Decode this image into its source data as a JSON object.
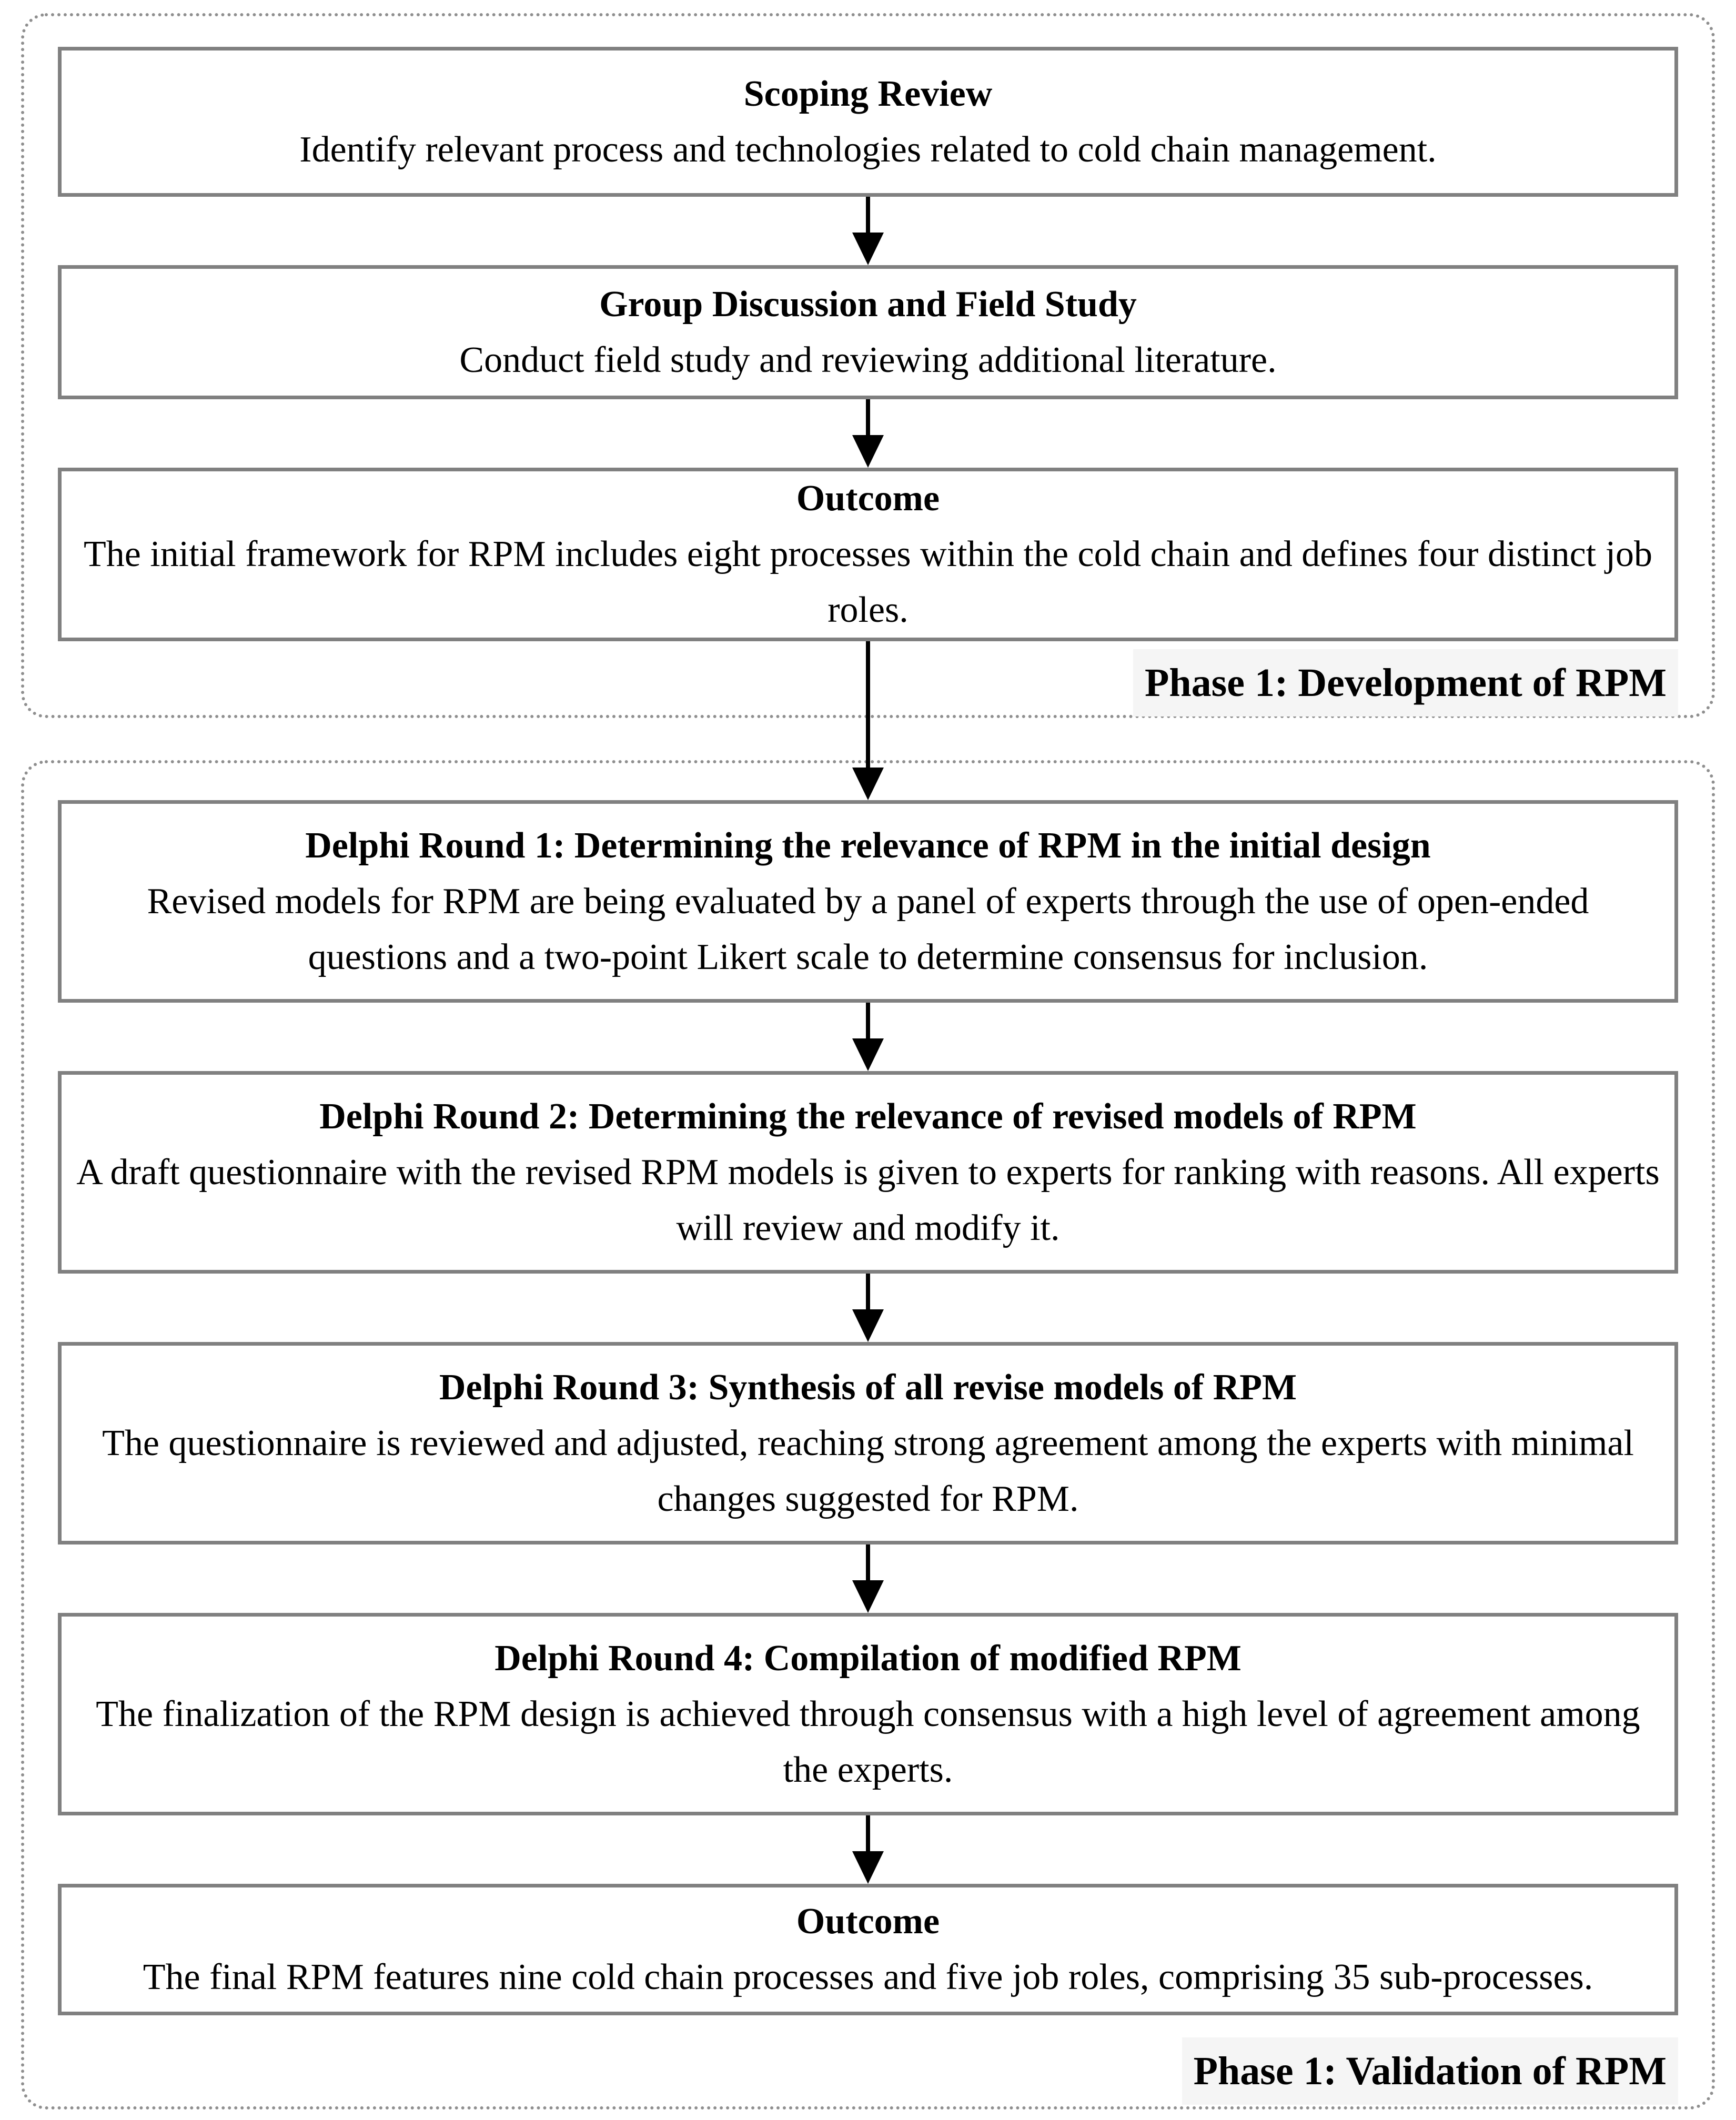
{
  "colors": {
    "box_border": "#808080",
    "container_border": "#8f8f8f",
    "arrow": "#000000",
    "text": "#000000",
    "phase_label_background": "#f5f5f5",
    "page_background": "#ffffff"
  },
  "phases": [
    {
      "label": "Phase 1: Development of RPM",
      "boxes": [
        {
          "title": "Scoping Review",
          "body": "Identify relevant process and technologies related to cold chain management."
        },
        {
          "title": "Group Discussion and Field Study",
          "body": "Conduct field study and reviewing additional literature."
        },
        {
          "title": "Outcome",
          "body": "The initial framework for RPM includes eight processes within the cold chain and defines four distinct job roles."
        }
      ]
    },
    {
      "label": "Phase 1: Validation of RPM",
      "boxes": [
        {
          "title": "Delphi Round 1: Determining the relevance of RPM in the initial design",
          "body": "Revised models for RPM are being evaluated by a panel of experts through the use of open-ended questions and a two-point Likert scale to determine consensus for inclusion."
        },
        {
          "title": "Delphi Round 2: Determining the relevance of revised models of RPM",
          "body": "A draft questionnaire with the revised RPM models is given to experts for ranking with reasons. All experts will review and modify it."
        },
        {
          "title": "Delphi Round 3: Synthesis of all revise models of RPM",
          "body": "The questionnaire is reviewed and adjusted, reaching strong agreement among the experts with minimal changes suggested for RPM."
        },
        {
          "title": "Delphi Round 4: Compilation of modified RPM",
          "body": "The finalization of the RPM design is achieved through consensus with a high level of agreement among the experts."
        },
        {
          "title": "Outcome",
          "body": "The final RPM features nine cold chain processes and five job roles, comprising 35 sub-processes."
        }
      ]
    }
  ]
}
